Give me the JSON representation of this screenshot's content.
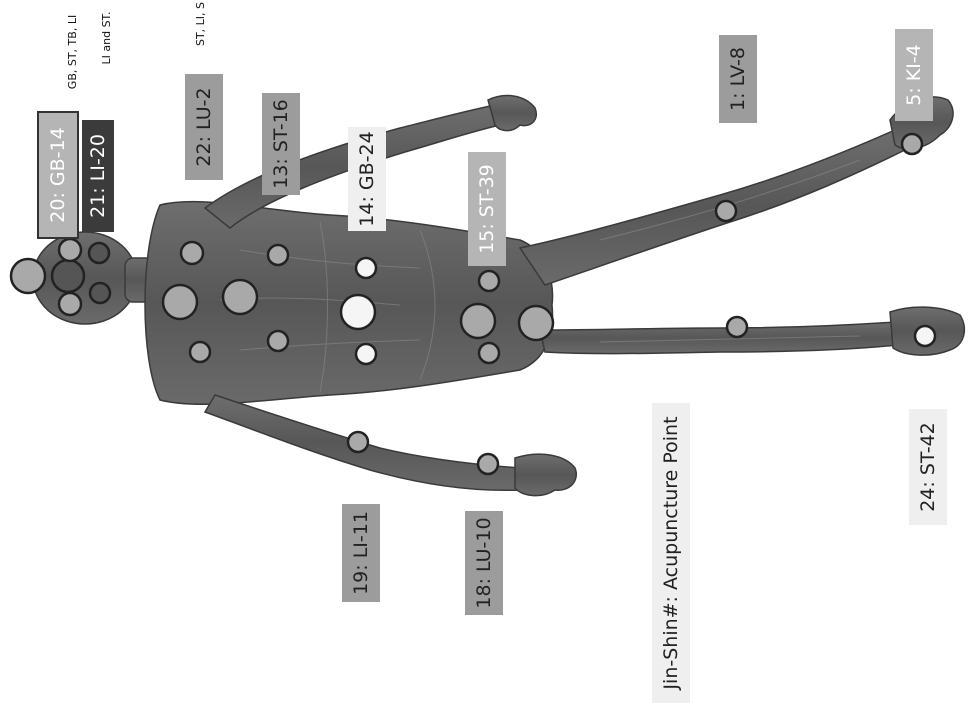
{
  "colors": {
    "body": "#5e5e5e",
    "body_dark": "#3f3f3f",
    "point_mid": "#a9a9a9",
    "point_dark": "#555555",
    "point_light": "#f5f5f5",
    "label_mid": "#9c9c9c",
    "label_light": "#efefef",
    "label_dark": "#3b3b3b"
  },
  "notes": {
    "gb_st_tb": "GB, ST, TB, LI",
    "li_st": "LI and ST.",
    "st_li": "ST, LI, S"
  },
  "labels": {
    "gb14": "20: GB-14",
    "li20": "21: LI-20",
    "lu2": "22: LU-2",
    "st16": "13: ST-16",
    "gb24": "14: GB-24",
    "st39": "15: ST-39",
    "lv8": "1: LV-8",
    "ki4": "5: KI-4",
    "li11": "19: LI-11",
    "lu10": "18: LU-10",
    "legend": "Jin-Shin#: Acupuncture Point",
    "st42": "24: ST-42"
  }
}
